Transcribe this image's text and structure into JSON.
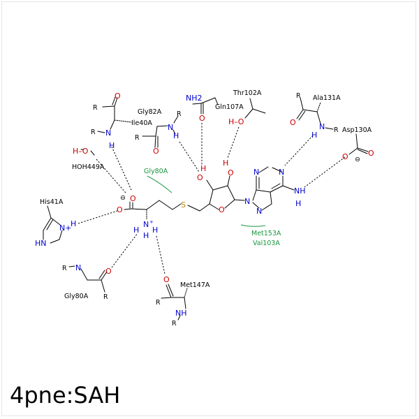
{
  "title": "4pne:SAH",
  "colors": {
    "carbon": "#000000",
    "nitrogen": "#0000cc",
    "oxygen": "#cc0000",
    "sulfur": "#b8860b",
    "hydrophobic": "#1a9641"
  },
  "residues": {
    "ile40a": "Ile40A",
    "gly82a": "Gly82A",
    "gln107a": "Gln107A",
    "thr102a": "Thr102A",
    "ala131a": "Ala131A",
    "asp130a": "Asp130A",
    "hoh449a": "HOH449A",
    "gly80a_top": "Gly80A",
    "his41a": "His41A",
    "met153a": "Met153A",
    "val103a": "Val103A",
    "gly80a_bottom": "Gly80A",
    "met147a": "Met147A"
  },
  "symbols": {
    "r": "R",
    "n": "N",
    "nh": "NH",
    "nh2": "NH2",
    "h": "H",
    "o": "O",
    "s": "S",
    "ho": "H–O",
    "nplus": "N+",
    "hn": "HN",
    "plus": "+",
    "minus": "⊖"
  }
}
